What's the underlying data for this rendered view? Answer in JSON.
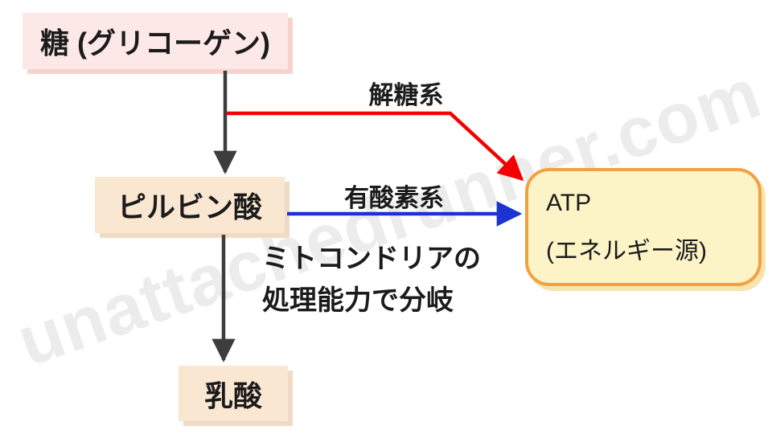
{
  "diagram": {
    "title_hint": "glycolysis-energy-pathway",
    "nodes": {
      "glycogen": {
        "label": "糖 (グリコーゲン)"
      },
      "pyruvate": {
        "label": "ピルビン酸"
      },
      "lactate": {
        "label": "乳酸"
      },
      "atp": {
        "line1": "ATP",
        "line2": "(エネルギー源)"
      }
    },
    "edges": {
      "glycolysis": {
        "label": "解糖系",
        "color": "#f50000"
      },
      "aerobic": {
        "label": "有酸素系",
        "color": "#1c33d1"
      },
      "glycogen_to_pyruvate": {
        "color": "#3d3d3d"
      },
      "pyruvate_to_lactate": {
        "color": "#3d3d3d"
      }
    },
    "note": {
      "line1": "ミトコンドリアの",
      "line2": "処理能力で分岐"
    }
  },
  "watermark": {
    "text": "unattachedrunner.com",
    "color": "#ececec"
  },
  "colors": {
    "node_pink_bg": "#fce9e7",
    "node_pink_shadow": "#f7d2ce",
    "node_tan_bg": "#fae7d2",
    "node_tan_shadow": "#f0dcc4",
    "atp_bg": "#fcf3c6",
    "atp_border": "#f2a141",
    "atp_shadow": "#f6e5ae",
    "text": "#1b1b1b"
  }
}
